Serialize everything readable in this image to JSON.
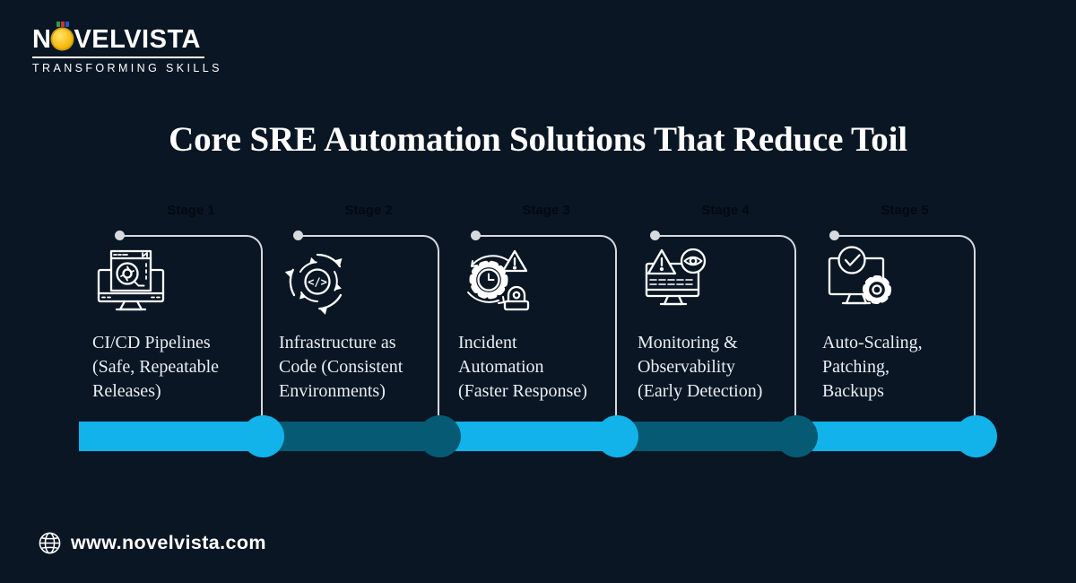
{
  "brand": {
    "name_first": "N",
    "name_rest": "VELVISTA",
    "tagline": "TRANSFORMING SKILLS",
    "medal_icon": "medal-o-icon"
  },
  "title": "Core SRE Automation Solutions That Reduce Toil",
  "stages": [
    {
      "label": "Stage 1",
      "icon": "cicd-pipeline-monitor-icon",
      "lines": [
        "CI/CD Pipelines",
        "(Safe, Repeatable",
        "Releases)"
      ]
    },
    {
      "label": "Stage 2",
      "icon": "infrastructure-as-code-icon",
      "lines": [
        "Infrastructure as",
        "Code (Consistent",
        "Environments)"
      ]
    },
    {
      "label": "Stage 3",
      "icon": "incident-automation-icon",
      "lines": [
        "Incident",
        "Automation",
        "(Faster Response)"
      ]
    },
    {
      "label": "Stage 4",
      "icon": "monitoring-observability-icon",
      "lines": [
        "Monitoring &",
        "Observability",
        "(Early Detection)"
      ]
    },
    {
      "label": "Stage 5",
      "icon": "auto-scaling-patching-icon",
      "lines": [
        "Auto-Scaling,",
        "Patching,",
        "Backups"
      ]
    }
  ],
  "timeline": {
    "colors": {
      "primary": "#11b3ea",
      "secondary": "#065a73"
    },
    "segments": [
      "primary",
      "secondary",
      "primary",
      "secondary",
      "primary"
    ],
    "nodes": [
      "primary",
      "secondary",
      "primary",
      "secondary",
      "primary"
    ]
  },
  "footer": {
    "icon": "globe-icon",
    "url": "www.novelvista.com"
  },
  "theme": {
    "background": "#0a1624",
    "bracket_line": "#d6dadd",
    "stage_label_color": "#03090f",
    "body_text_color": "#e9eef3",
    "title_color": "#ffffff"
  }
}
